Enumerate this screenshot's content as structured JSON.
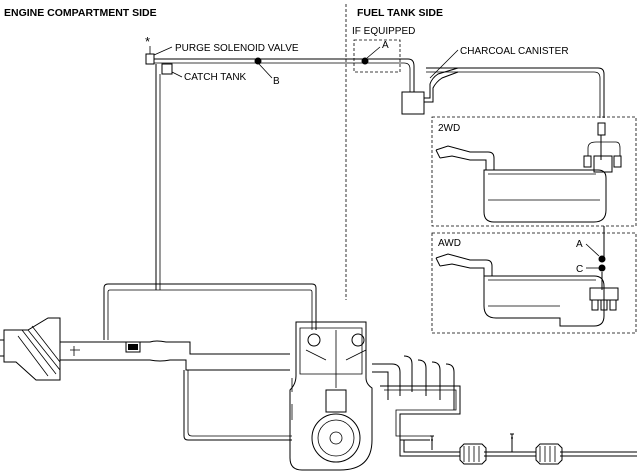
{
  "headings": {
    "engine_side": "ENGINE COMPARTMENT SIDE",
    "fuel_tank_side": "FUEL TANK SIDE"
  },
  "labels": {
    "purge_valve": "PURGE SOLENOID VALVE",
    "catch_tank": "CATCH TANK",
    "if_equipped": "IF EQUIPPED",
    "charcoal_canister": "CHARCOAL CANISTER",
    "two_wd": "2WD",
    "awd": "AWD",
    "point_a": "A",
    "point_b": "B",
    "point_a_awd": "A",
    "point_c_awd": "C",
    "asterisk": "*"
  }
}
